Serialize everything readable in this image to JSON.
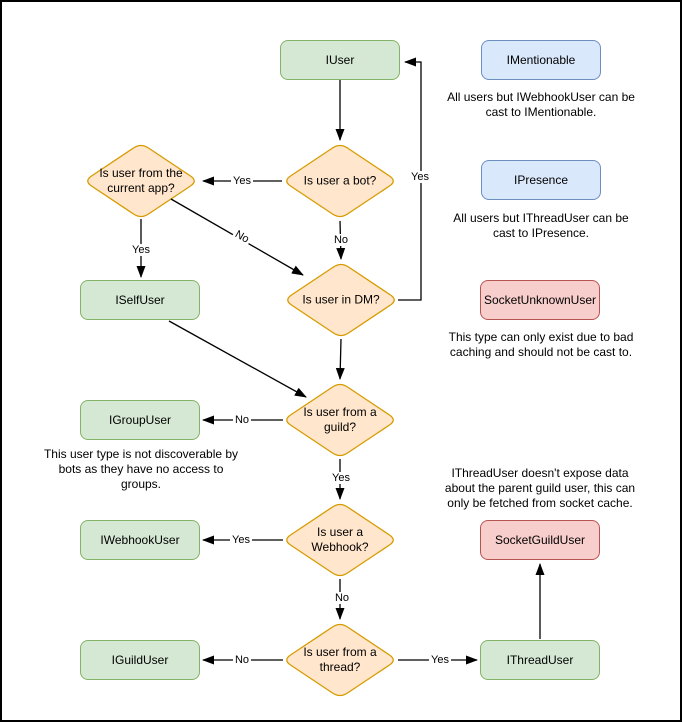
{
  "diagram": {
    "type": "flowchart",
    "nodes": {
      "iuser": {
        "label": "IUser",
        "kind": "green"
      },
      "imentionable": {
        "label": "IMentionable",
        "kind": "blue"
      },
      "ipresence": {
        "label": "IPresence",
        "kind": "blue"
      },
      "socket_unknown_user": {
        "label": "SocketUnknownUser",
        "kind": "red"
      },
      "iself_user": {
        "label": "ISelfUser",
        "kind": "green"
      },
      "igroup_user": {
        "label": "IGroupUser",
        "kind": "green"
      },
      "iwebhook_user": {
        "label": "IWebhookUser",
        "kind": "green"
      },
      "socket_guild_user": {
        "label": "SocketGuildUser",
        "kind": "red"
      },
      "iguild_user": {
        "label": "IGuildUser",
        "kind": "green"
      },
      "ithread_user": {
        "label": "IThreadUser",
        "kind": "green"
      }
    },
    "decisions": {
      "is_bot": {
        "label": "Is user a bot?"
      },
      "from_current_app": {
        "label": "Is user from the\ncurrent app?"
      },
      "in_dm": {
        "label": "Is user in DM?"
      },
      "from_guild": {
        "label": "Is user from a\nguild?"
      },
      "is_webhook": {
        "label": "Is user a\nWebhook?"
      },
      "from_thread": {
        "label": "Is user from a\nthread?"
      }
    },
    "edges": [
      {
        "from": "IUser",
        "to": "Is user a bot?",
        "label": ""
      },
      {
        "from": "Is user a bot?",
        "to": "Is user from the current app?",
        "label": "Yes"
      },
      {
        "from": "Is user a bot?",
        "to": "Is user in DM?",
        "label": "No"
      },
      {
        "from": "Is user from the current app?",
        "to": "ISelfUser",
        "label": "Yes"
      },
      {
        "from": "Is user from the current app?",
        "to": "Is user in DM?",
        "label": "No"
      },
      {
        "from": "Is user in DM?",
        "to": "IUser",
        "label": "Yes"
      },
      {
        "from": "Is user in DM?",
        "to": "Is user from a guild?",
        "label": ""
      },
      {
        "from": "ISelfUser",
        "to": "Is user from a guild?",
        "label": ""
      },
      {
        "from": "Is user from a guild?",
        "to": "IGroupUser",
        "label": "No"
      },
      {
        "from": "Is user from a guild?",
        "to": "Is user a Webhook?",
        "label": "Yes"
      },
      {
        "from": "Is user a Webhook?",
        "to": "IWebhookUser",
        "label": "Yes"
      },
      {
        "from": "Is user a Webhook?",
        "to": "Is user from a thread?",
        "label": "No"
      },
      {
        "from": "Is user from a thread?",
        "to": "IGuildUser",
        "label": "No"
      },
      {
        "from": "Is user from a thread?",
        "to": "IThreadUser",
        "label": "Yes"
      },
      {
        "from": "IThreadUser",
        "to": "SocketGuildUser",
        "label": ""
      }
    ],
    "notes": {
      "mentionable": "All users but IWebhookUser can be\ncast to IMentionable.",
      "presence": "All users but IThreadUser can be\ncast to IPresence.",
      "unknown": "This type can only exist due to bad\ncaching and should not be cast to.",
      "group": "This user type is not discoverable by\nbots as they have no access to\ngroups.",
      "thread": "IThreadUser doesn't expose data\nabout the parent guild user, this can\nonly be fetched from socket cache."
    },
    "colors": {
      "green_fill": "#d5e8d4",
      "green_stroke": "#82b366",
      "blue_fill": "#dae8fc",
      "blue_stroke": "#6c8ebf",
      "orange_fill": "#ffe6cc",
      "orange_stroke": "#d79b00",
      "red_fill": "#f8cecc",
      "red_stroke": "#b85450",
      "edge": "#000000",
      "background": "#ffffff"
    }
  }
}
